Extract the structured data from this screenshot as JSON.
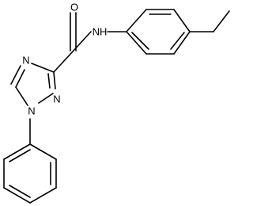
{
  "molecule": {
    "atom_labels": {
      "carbonyl_oxygen": "O",
      "amide_nitrogen": "NH",
      "triazole_n4": "N",
      "triazole_n2": "N",
      "triazole_n1": "N"
    }
  },
  "colors": {
    "bond": "#000000",
    "label": "#000000",
    "background": "#ffffff"
  }
}
